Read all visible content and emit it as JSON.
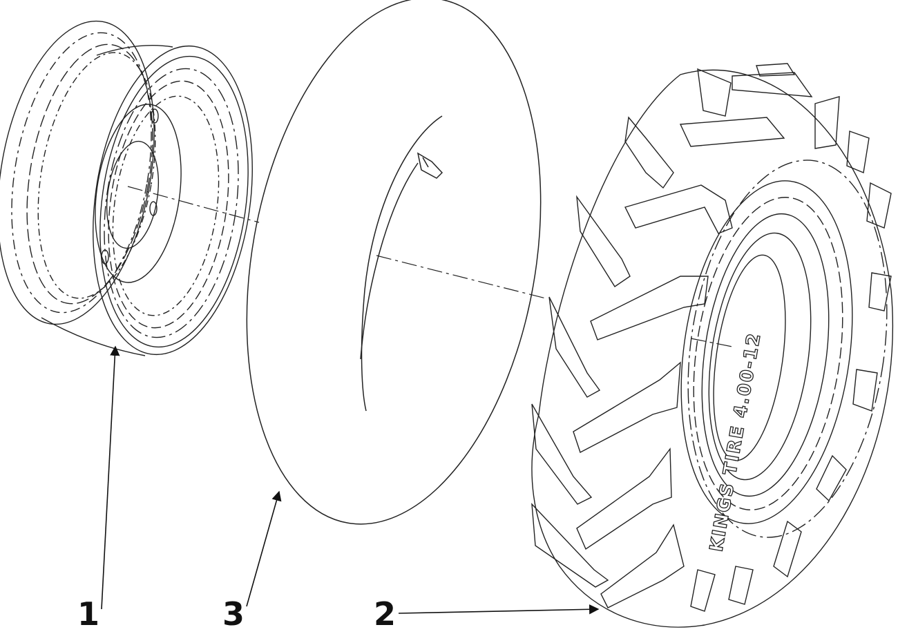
{
  "diagram": {
    "callouts": [
      {
        "id": "1",
        "label": "1",
        "part": "wheel-rim"
      },
      {
        "id": "2",
        "label": "2",
        "part": "tire"
      },
      {
        "id": "3",
        "label": "3",
        "part": "inner-tube"
      }
    ],
    "tire_sidewall_text": "KINGS TIRE 4.00-12",
    "colors": {
      "line": "#222222",
      "background": "#ffffff"
    }
  }
}
